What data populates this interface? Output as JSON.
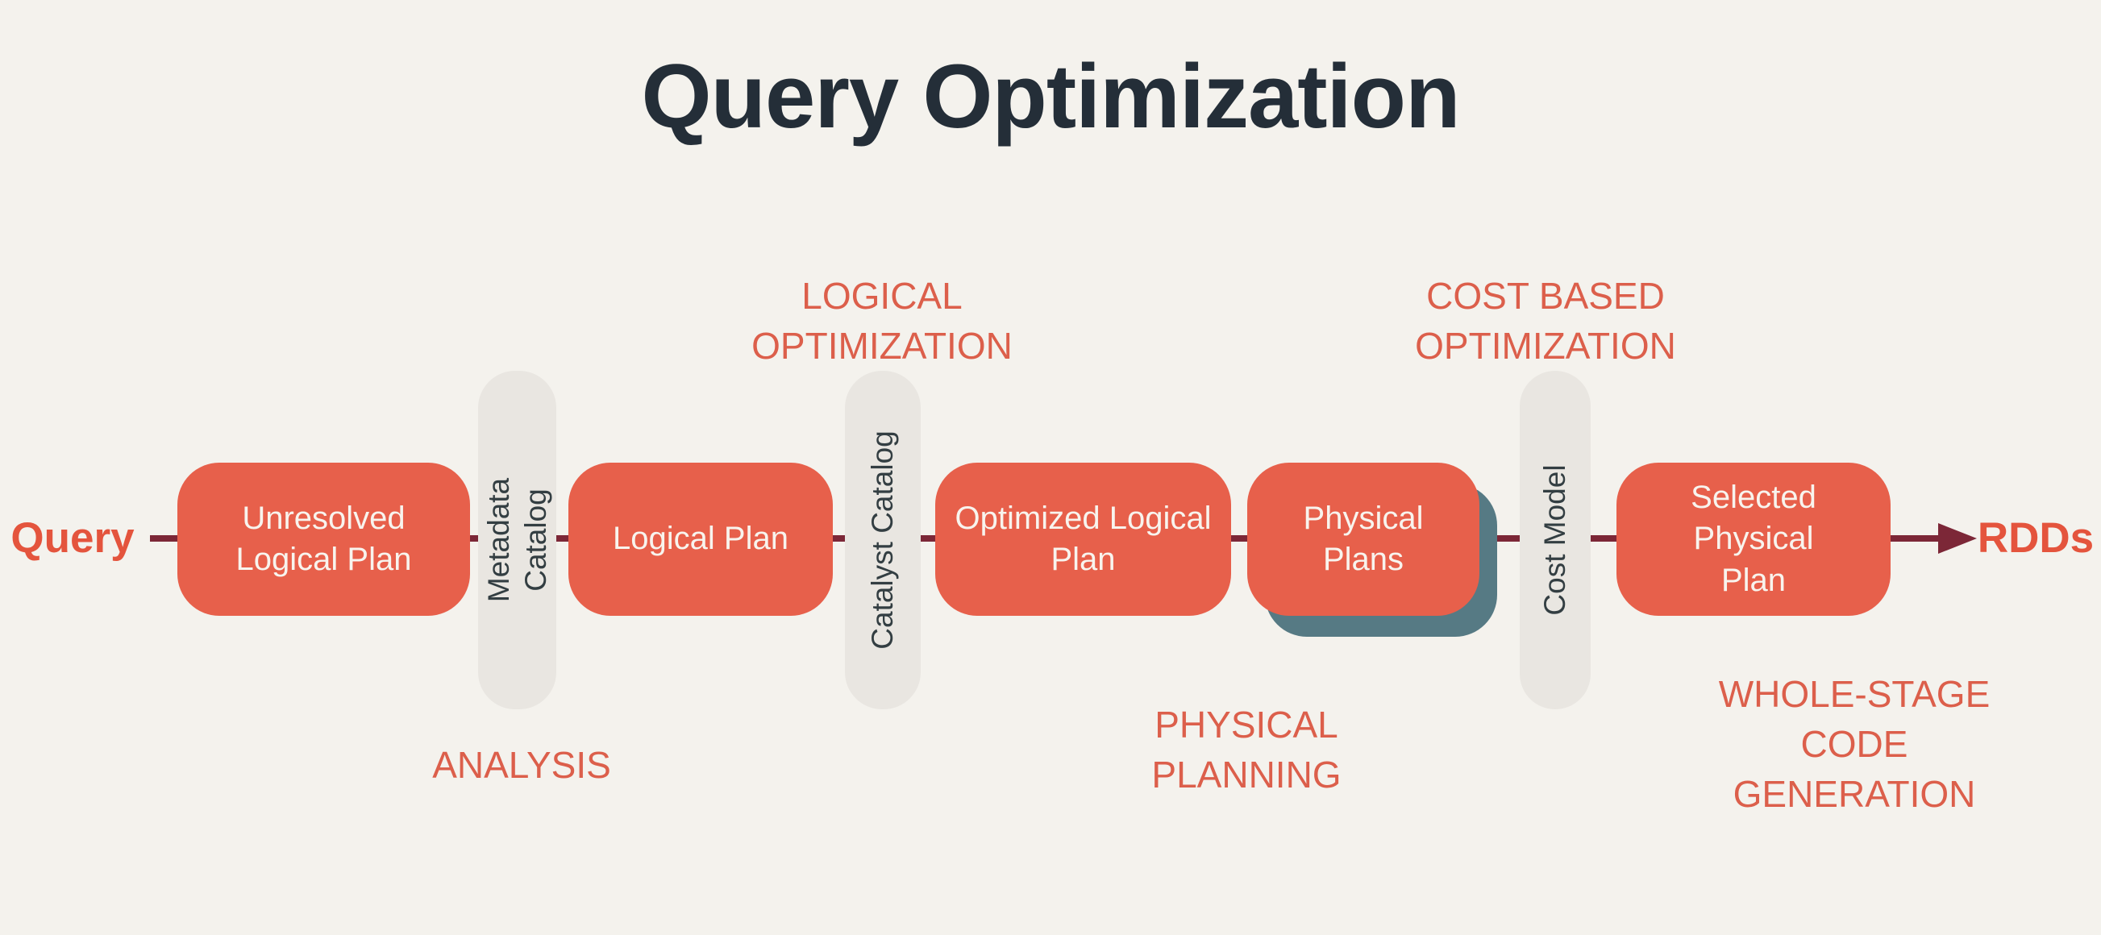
{
  "page": {
    "title": "Query Optimization"
  },
  "colors": {
    "background": "#F4F2ED",
    "title_text": "#242E38",
    "box_fill": "#E7604B",
    "box_text": "#F8F4EE",
    "box_shadow": "#567A84",
    "pill_fill": "#E9E6E1",
    "pill_text": "#333E42",
    "stage_label": "#DC5F4B",
    "endpoint_label": "#E4543D",
    "connector": "#7C2737"
  },
  "flow": {
    "input": {
      "label": "Query"
    },
    "output": {
      "label": "RDDs"
    },
    "boxes": [
      {
        "label": "Unresolved Logical Plan"
      },
      {
        "label": "Logical Plan"
      },
      {
        "label": "Optimized Logical Plan"
      },
      {
        "label": "Physical Plans"
      },
      {
        "label": "Selected Physical Plan"
      }
    ],
    "catalogs": [
      {
        "label": "Metadata Catalog"
      },
      {
        "label": "Catalyst Catalog"
      },
      {
        "label": "Cost Model"
      }
    ],
    "stages": [
      {
        "label": "ANALYSIS"
      },
      {
        "label": "LOGICAL OPTIMIZATION"
      },
      {
        "label": "COST BASED OPTIMIZATION"
      },
      {
        "label": "PHYSICAL PLANNING"
      },
      {
        "label": "WHOLE-STAGE CODE GENERATION"
      }
    ]
  }
}
